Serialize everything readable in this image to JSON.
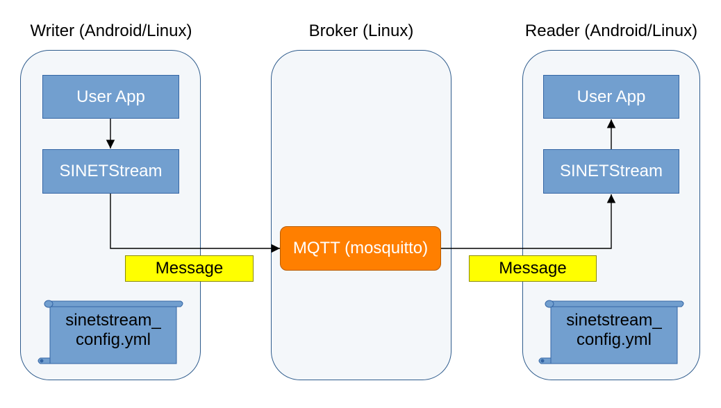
{
  "lanes": {
    "writer": {
      "heading": "Writer (Android/Linux)",
      "app_label": "User App",
      "stream_label": "SINETStream",
      "config_lines": [
        "sinetstream_",
        "config.yml"
      ]
    },
    "broker": {
      "heading": "Broker (Linux)",
      "node_label": "MQTT (mosquitto)"
    },
    "reader": {
      "heading": "Reader (Android/Linux)",
      "app_label": "User App",
      "stream_label": "SINETStream",
      "config_lines": [
        "sinetstream_",
        "config.yml"
      ]
    }
  },
  "messages": {
    "left": "Message",
    "right": "Message"
  },
  "colors": {
    "component_fill": "#729fcf",
    "broker_fill": "#ff7f00",
    "message_fill": "#ffff00",
    "lane_fill": "#f4f7fa"
  }
}
